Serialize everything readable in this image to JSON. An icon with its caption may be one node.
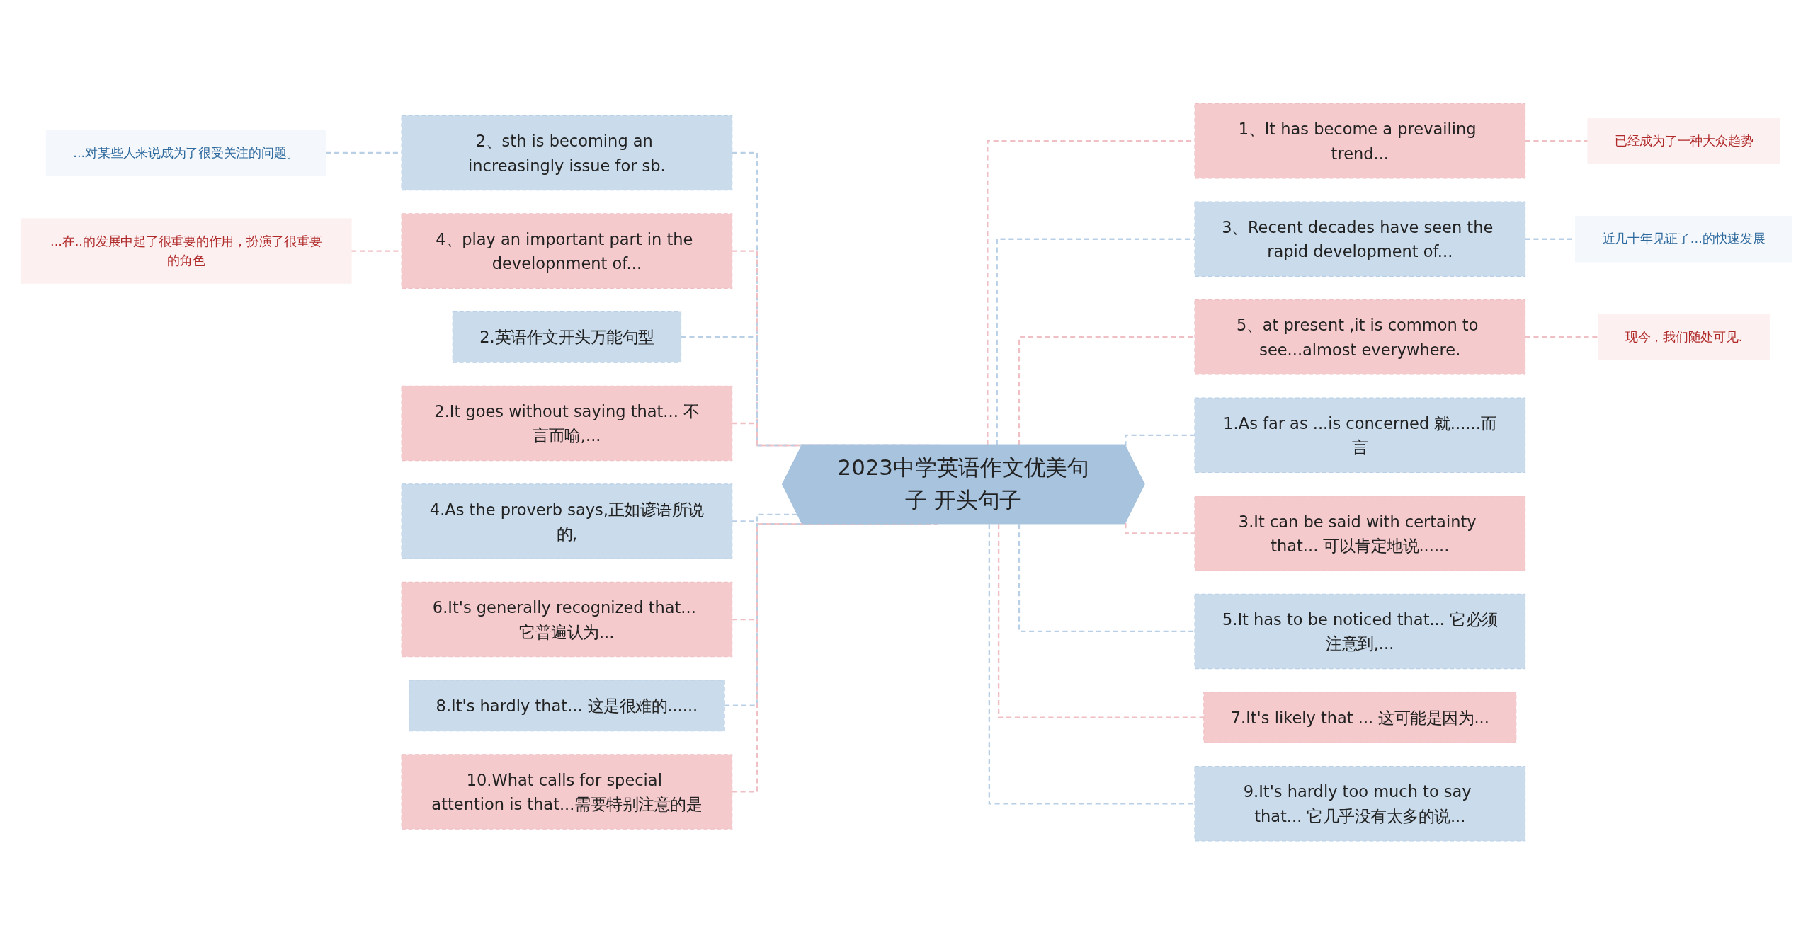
{
  "diagram": {
    "nodes": [
      {
        "text": [
          "2023中学英语作文优美句子 开头句子"
        ]
      },
      {
        "text": [
          "2、sth is becoming an increasingly issue for sb."
        ]
      },
      {
        "text": [
          "...对某些人来说成为了很受关注的问题。"
        ]
      },
      {
        "text": [
          "4、play an important part in the developnment of..."
        ]
      },
      {
        "text": [
          "...在..的发展中起了很重要的作用，扮演了很重要的角色"
        ]
      },
      {
        "text": [
          "2.英语作文开头万能句型"
        ]
      },
      {
        "text": [
          "2.It goes without saying that... 不言而喻,..."
        ]
      },
      {
        "text": [
          "4.As the proverb says,正如谚语所说的,"
        ]
      },
      {
        "text": [
          "6.It's generally recognized that... 它普遍认为..."
        ]
      },
      {
        "text": [
          "8.It's hardly that... 这是很难的......"
        ]
      },
      {
        "text": [
          "10.What calls for special attention is that...需要特别注意的是"
        ]
      },
      {
        "text": [
          "1、It has become a prevailing trend..."
        ]
      },
      {
        "text": [
          "已经成为了一种大众趋势"
        ]
      },
      {
        "text": [
          "3、Recent decades have seen the rapid development of..."
        ]
      },
      {
        "text": [
          "近几十年见证了...的快速发展"
        ]
      },
      {
        "text": [
          "5、at present ,it is common to see...almost everywhere."
        ]
      },
      {
        "text": [
          "现今，我们随处可见."
        ]
      },
      {
        "text": [
          "1.As far as ...is concerned 就......而言"
        ]
      },
      {
        "text": [
          "3.It can be said with certainty that... 可以肯定地说......"
        ]
      },
      {
        "text": [
          "5.It has to be noticed that... 它必须注意到,..."
        ]
      },
      {
        "text": [
          "7.It's likely that ... 这可能是因为..."
        ]
      },
      {
        "text": [
          "9.It's hardly too much to say that... 它几乎没有太多的说..."
        ]
      }
    ],
    "edges": [
      {
        "from": 0,
        "to": 1,
        "arrow": "none",
        "style": "dashed",
        "color": "#b8cfe6"
      },
      {
        "from": 1,
        "to": 2,
        "arrow": "none",
        "style": "dashed",
        "color": "#b8cfe6"
      },
      {
        "from": 0,
        "to": 3,
        "arrow": "none",
        "style": "dashed",
        "color": "#efbfc4"
      },
      {
        "from": 3,
        "to": 4,
        "arrow": "none",
        "style": "dashed",
        "color": "#efbfc4"
      },
      {
        "from": 0,
        "to": 5,
        "arrow": "none",
        "style": "dashed",
        "color": "#b8cfe6"
      },
      {
        "from": 0,
        "to": 6,
        "arrow": "none",
        "style": "dashed",
        "color": "#efbfc4"
      },
      {
        "from": 0,
        "to": 7,
        "arrow": "none",
        "style": "dashed",
        "color": "#b8cfe6"
      },
      {
        "from": 0,
        "to": 8,
        "arrow": "none",
        "style": "dashed",
        "color": "#efbfc4"
      },
      {
        "from": 0,
        "to": 9,
        "arrow": "none",
        "style": "dashed",
        "color": "#b8cfe6"
      },
      {
        "from": 0,
        "to": 10,
        "arrow": "none",
        "style": "dashed",
        "color": "#efbfc4"
      },
      {
        "from": 0,
        "to": 11,
        "arrow": "none",
        "style": "dashed",
        "color": "#efbfc4"
      },
      {
        "from": 11,
        "to": 12,
        "arrow": "none",
        "style": "dashed",
        "color": "#efbfc4"
      },
      {
        "from": 0,
        "to": 13,
        "arrow": "none",
        "style": "dashed",
        "color": "#b8cfe6"
      },
      {
        "from": 13,
        "to": 14,
        "arrow": "none",
        "style": "dashed",
        "color": "#b8cfe6"
      },
      {
        "from": 0,
        "to": 15,
        "arrow": "none",
        "style": "dashed",
        "color": "#efbfc4"
      },
      {
        "from": 15,
        "to": 16,
        "arrow": "none",
        "style": "dashed",
        "color": "#efbfc4"
      },
      {
        "from": 0,
        "to": 17,
        "arrow": "none",
        "style": "dashed",
        "color": "#b8cfe6"
      },
      {
        "from": 0,
        "to": 18,
        "arrow": "none",
        "style": "dashed",
        "color": "#efbfc4"
      },
      {
        "from": 0,
        "to": 19,
        "arrow": "none",
        "style": "dashed",
        "color": "#b8cfe6"
      },
      {
        "from": 0,
        "to": 20,
        "arrow": "none",
        "style": "dashed",
        "color": "#efbfc4"
      },
      {
        "from": 0,
        "to": 21,
        "arrow": "none",
        "style": "dashed",
        "color": "#b8cfe6"
      }
    ]
  }
}
